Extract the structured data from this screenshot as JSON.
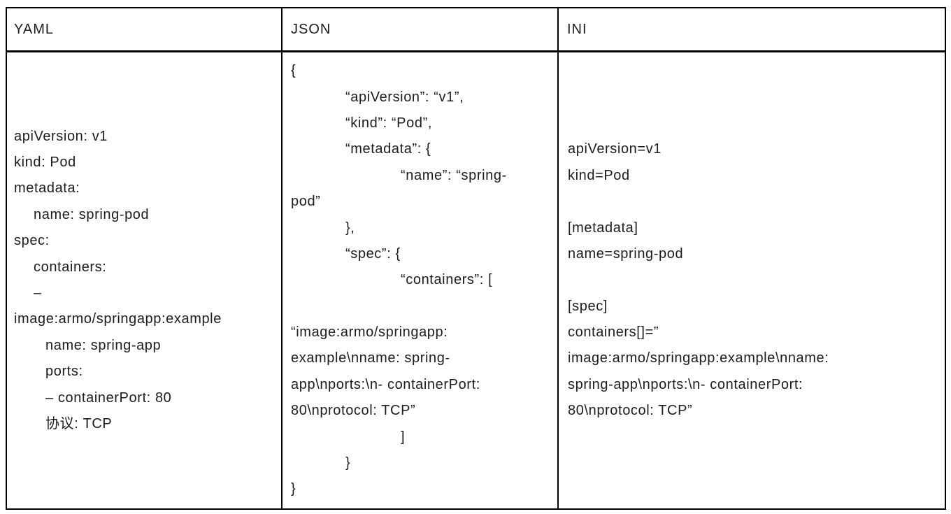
{
  "table": {
    "columns": [
      {
        "id": "yaml",
        "header": "YAML",
        "lines": [
          {
            "text": "apiVersion: v1",
            "indent": 0
          },
          {
            "text": "kind: Pod",
            "indent": 0
          },
          {
            "text": "metadata:",
            "indent": 0
          },
          {
            "text": "name: spring-pod",
            "indent": 1
          },
          {
            "text": "spec:",
            "indent": 0
          },
          {
            "text": "containers:",
            "indent": 1
          },
          {
            "text": "–",
            "indent": 1
          },
          {
            "text": "image:armo/springapp:example",
            "indent": 0
          },
          {
            "text": "name: spring-app",
            "indent": 2
          },
          {
            "text": "ports:",
            "indent": 2
          },
          {
            "text": "– containerPort: 80",
            "indent": 2
          },
          {
            "text": "协议: TCP",
            "indent": 2
          }
        ]
      },
      {
        "id": "json",
        "header": "JSON",
        "lines": [
          {
            "text": "{",
            "indent": 0
          },
          {
            "text": "“apiVersion”: “v1”,",
            "indent": 1
          },
          {
            "text": "“kind”: “Pod”,",
            "indent": 1
          },
          {
            "text": "“metadata”: {",
            "indent": 1
          },
          {
            "text": "“name”: “spring-",
            "indent": 2
          },
          {
            "text": "pod”",
            "indent": 0
          },
          {
            "text": "},",
            "indent": 1
          },
          {
            "text": "“spec”: {",
            "indent": 1
          },
          {
            "text": "“containers”: [",
            "indent": 2
          },
          {
            "text": "",
            "indent": 0
          },
          {
            "text": "“image:armo/springapp:",
            "indent": 0
          },
          {
            "text": "example\\nname: spring-",
            "indent": 0
          },
          {
            "text": "app\\nports:\\n- containerPort:",
            "indent": 0
          },
          {
            "text": "80\\nprotocol: TCP”",
            "indent": 0
          },
          {
            "text": "]",
            "indent": 2
          },
          {
            "text": "}",
            "indent": 1
          },
          {
            "text": "}",
            "indent": 0
          }
        ]
      },
      {
        "id": "ini",
        "header": "INI",
        "lines": [
          {
            "text": "apiVersion=v1",
            "indent": 0
          },
          {
            "text": "kind=Pod",
            "indent": 0
          },
          {
            "text": "",
            "indent": 0
          },
          {
            "text": "[metadata]",
            "indent": 0
          },
          {
            "text": "name=spring-pod",
            "indent": 0
          },
          {
            "text": "",
            "indent": 0
          },
          {
            "text": "[spec]",
            "indent": 0
          },
          {
            "text": "containers[]=”",
            "indent": 0
          },
          {
            "text": "image:armo/springapp:example\\nname:",
            "indent": 0
          },
          {
            "text": "spring-app\\nports:\\n- containerPort:",
            "indent": 0
          },
          {
            "text": "80\\nprotocol: TCP”",
            "indent": 0
          }
        ]
      }
    ]
  }
}
